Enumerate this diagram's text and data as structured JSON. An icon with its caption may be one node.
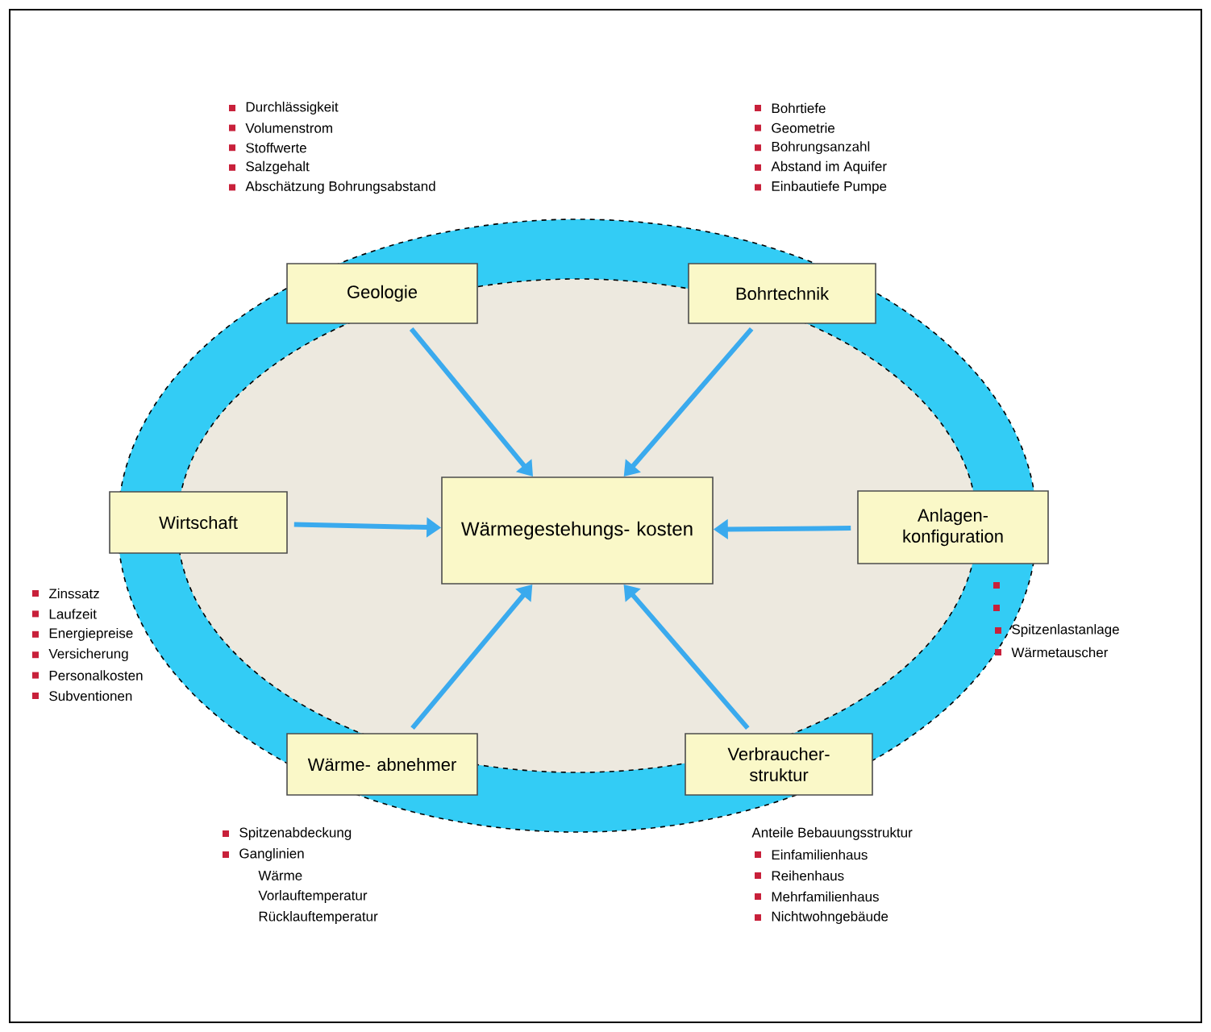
{
  "diagram": {
    "nodes": [
      {
        "text": [
          "Wärmegestehungs- kosten"
        ]
      },
      {
        "text": [
          "Geologie"
        ]
      },
      {
        "text": [
          "Bohrtechnik"
        ]
      },
      {
        "text": [
          "Wirtschaft"
        ]
      },
      {
        "text": [
          "Anlagen- konfiguration"
        ]
      },
      {
        "text": [
          "Wärme- abnehmer"
        ]
      },
      {
        "text": [
          "Verbraucher- struktur"
        ]
      }
    ],
    "edges": [
      {
        "from": 1,
        "to": 0,
        "arrow": "to"
      },
      {
        "from": 2,
        "to": 0,
        "arrow": "to"
      },
      {
        "from": 3,
        "to": 0,
        "arrow": "to"
      },
      {
        "from": 4,
        "to": 0,
        "arrow": "to"
      },
      {
        "from": 5,
        "to": 0,
        "arrow": "to"
      },
      {
        "from": 6,
        "to": 0,
        "arrow": "to"
      }
    ],
    "labels": [
      "Durchlässigkeit",
      "Volumenstrom",
      "Stoffwerte",
      "Salzgehalt",
      "Abschätzung Bohrungsabstand",
      "Bohrtiefe",
      "Geometrie",
      "Bohrungsanzahl",
      "Abstand im Aquifer",
      "Einbautiefe Pumpe",
      "Zinssatz",
      "Laufzeit",
      "Energiepreise",
      "Versicherung",
      "Personalkosten",
      "Subventionen",
      "Spitzenlastanlage",
      "Wärmetauscher",
      "Spitzenabdeckung",
      "Ganglinien",
      "Wärme",
      "Vorlauftemperatur",
      "Rücklauftemperatur",
      "Anteile Bebauungsstruktur",
      "Einfamilienhaus",
      "Reihenhaus",
      "Mehrfamilienhaus",
      "Nichtwohngebäude"
    ]
  }
}
